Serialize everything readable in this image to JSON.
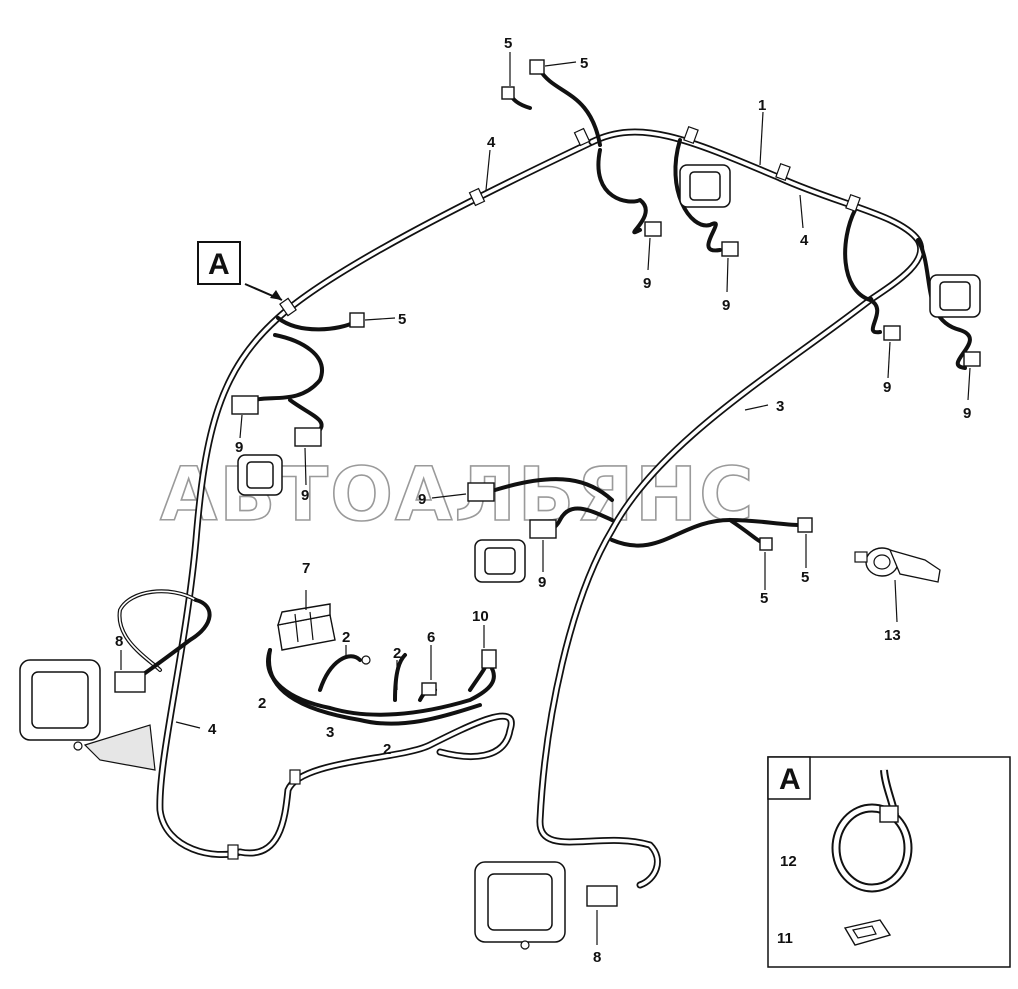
{
  "watermark": "АВТОАЛЬЯНС",
  "detail_callout": {
    "letter": "A"
  },
  "detail_box": {
    "letter": "A"
  },
  "callouts": {
    "c1": "1",
    "c2a": "2",
    "c2b": "2",
    "c2c": "2",
    "c2d": "2",
    "c3a": "3",
    "c3b": "3",
    "c4a": "4",
    "c4b": "4",
    "c4c": "4",
    "c5a": "5",
    "c5b": "5",
    "c5c": "5",
    "c5d": "5",
    "c5e": "5",
    "c6": "6",
    "c7": "7",
    "c8a": "8",
    "c8b": "8",
    "c9a": "9",
    "c9b": "9",
    "c9c": "9",
    "c9d": "9",
    "c9e": "9",
    "c9f": "9",
    "c9g": "9",
    "c9h": "9",
    "c10": "10",
    "c11": "11",
    "c12": "12",
    "c13": "13"
  }
}
